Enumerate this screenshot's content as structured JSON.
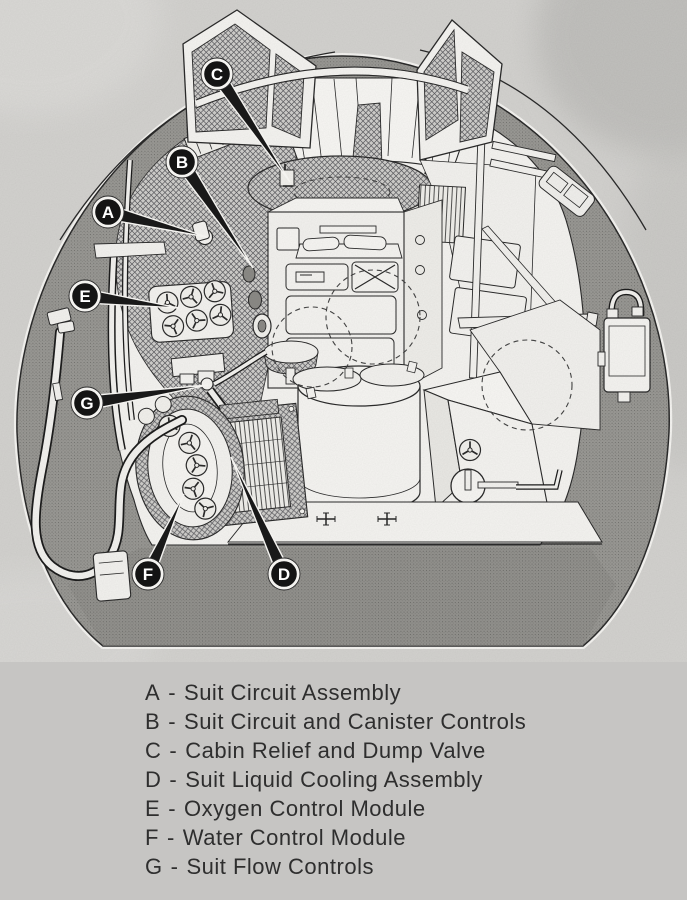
{
  "diagram": {
    "callouts": [
      {
        "letter": "A",
        "component": "Suit Circuit Assembly"
      },
      {
        "letter": "B",
        "component": "Suit Circuit and Canister Controls"
      },
      {
        "letter": "C",
        "component": "Cabin Relief and Dump Valve"
      },
      {
        "letter": "D",
        "component": "Suit Liquid Cooling Assembly"
      },
      {
        "letter": "E",
        "component": "Oxygen Control Module"
      },
      {
        "letter": "F",
        "component": "Water Control Module"
      },
      {
        "letter": "G",
        "component": "Suit Flow Controls"
      }
    ]
  },
  "legend": {
    "separator": "-",
    "items": [
      {
        "key": "A",
        "label": "Suit Circuit Assembly"
      },
      {
        "key": "B",
        "label": "Suit Circuit and Canister Controls"
      },
      {
        "key": "C",
        "label": "Cabin Relief and Dump Valve"
      },
      {
        "key": "D",
        "label": "Suit Liquid Cooling Assembly"
      },
      {
        "key": "E",
        "label": "Oxygen Control Module"
      },
      {
        "key": "F",
        "label": "Water Control Module"
      },
      {
        "key": "G",
        "label": "Suit Flow Controls"
      }
    ]
  },
  "colors": {
    "paper": "#d3d2cf",
    "legend_background": "#c6c5c3",
    "shell_band": "#9a9995",
    "interior_white": "#f4f3f0",
    "line_ink": "#262626",
    "badge_fill": "#141414",
    "badge_text": "#ffffff"
  }
}
